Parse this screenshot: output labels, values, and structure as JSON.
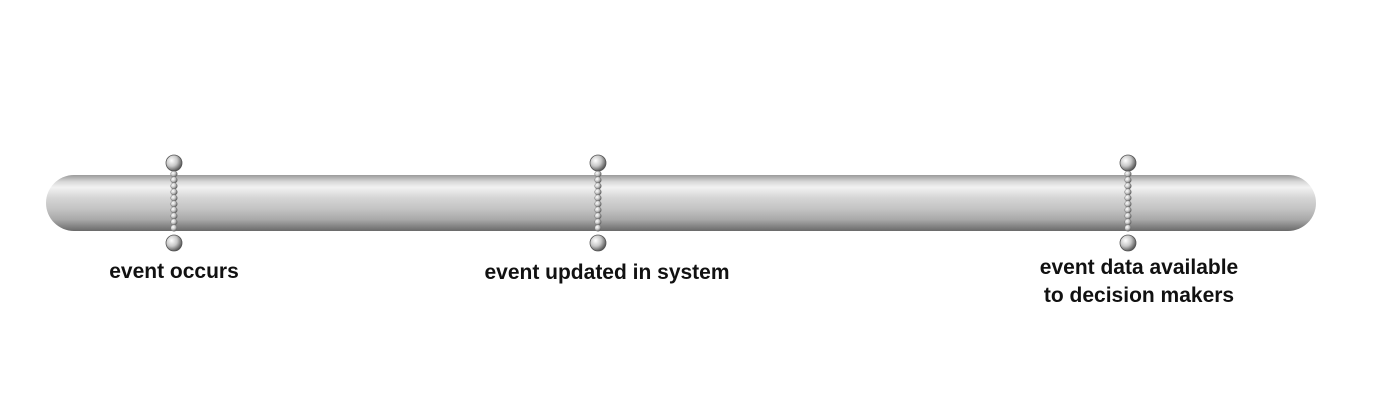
{
  "timeline": {
    "events": [
      {
        "lines": [
          "event occurs"
        ]
      },
      {
        "lines": [
          "event updated in system"
        ]
      },
      {
        "lines": [
          "event data available",
          "to decision makers"
        ]
      }
    ]
  }
}
